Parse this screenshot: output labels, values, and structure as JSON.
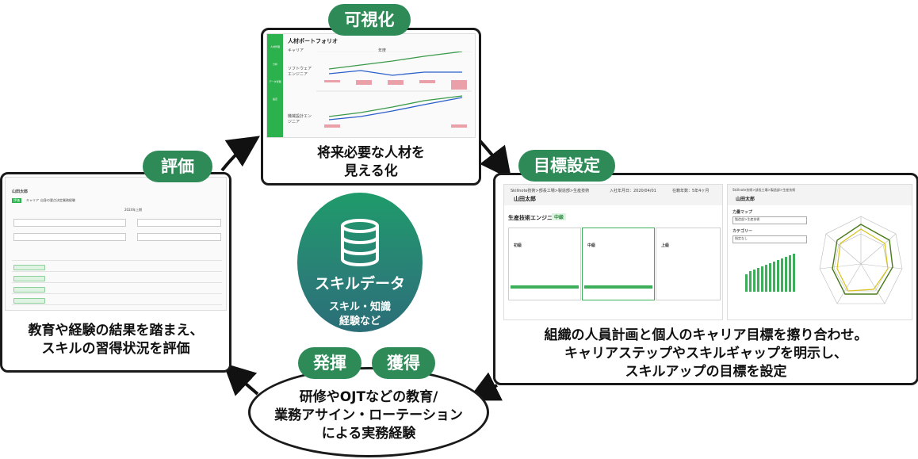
{
  "center": {
    "title": "スキルデータ",
    "subtitle_line1": "スキル・知識",
    "subtitle_line2": "経験など"
  },
  "top_section": {
    "label": "可視化",
    "caption_line1": "将来必要な人材を",
    "caption_line2": "見える化",
    "screen": {
      "title": "人材ポートフォリオ",
      "col1": "キャリア",
      "col2": "年度",
      "row1_label": "ソフトウェア エンジニア",
      "row2_label": "機械設計エンジニア",
      "nav_items": [
        "人材管理",
        "分析",
        "データ管理",
        "設定"
      ]
    }
  },
  "right_section": {
    "label": "目標設定",
    "caption_line1": "組織の人員計画と個人のキャリア目標を擦り合わせ。",
    "caption_line2": "キャリアステップやスキルギャップを明示し、",
    "caption_line3": "スキルアップの目標を設定",
    "screen": {
      "breadcrumb": "Skillnote技術>部長工場>製造部>生産技術",
      "user_name": "山田太郎",
      "join_date": "入社年月日：2020/04/01",
      "tenure": "在籍年数：5年4ヶ月",
      "role_title": "生産技術エンジニア",
      "level_badge": "中級",
      "step_labels": [
        "初級",
        "中級",
        "上級"
      ],
      "map_label": "力量マップ",
      "map_value": "製造部>生産技術",
      "category_label": "カテゴリー",
      "category_value": "指定なし"
    }
  },
  "left_section": {
    "label": "評価",
    "caption_line1": "教育や経験の結果を踏まえ、",
    "caption_line2": "スキルの習得状況を評価",
    "screen": {
      "name": "山田太郎",
      "tabs": [
        "評価",
        "キャリア",
        "自身の要点決定",
        "業務経験"
      ],
      "year": "2024年上期"
    }
  },
  "bottom_section": {
    "label_left": "発揮",
    "label_right": "獲得",
    "caption_line1": "研修やOJTなどの教育/",
    "caption_line2": "業務アサイン・ローテーション",
    "caption_line3": "による実務経験"
  },
  "colors": {
    "accent": "#2e8b57",
    "border": "#1a1a1a",
    "circle_top": "#1f9b6a",
    "circle_bottom": "#2a6e77"
  }
}
